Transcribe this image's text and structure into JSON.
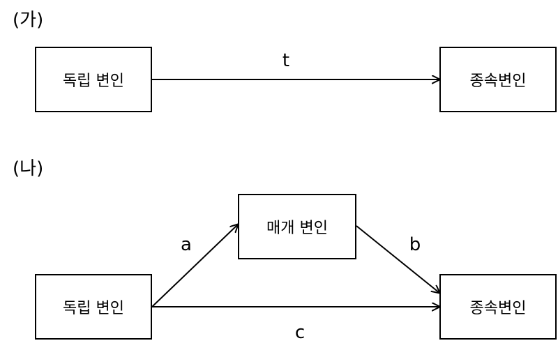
{
  "panel_a": {
    "label": "(가)",
    "independent": "독립 변인",
    "dependent": "종속변인",
    "edge_t": "t"
  },
  "panel_b": {
    "label": "(나)",
    "mediator": "매개 변인",
    "independent": "독립 변인",
    "dependent": "종속변인",
    "edge_a": "a",
    "edge_b": "b",
    "edge_c": "c"
  }
}
